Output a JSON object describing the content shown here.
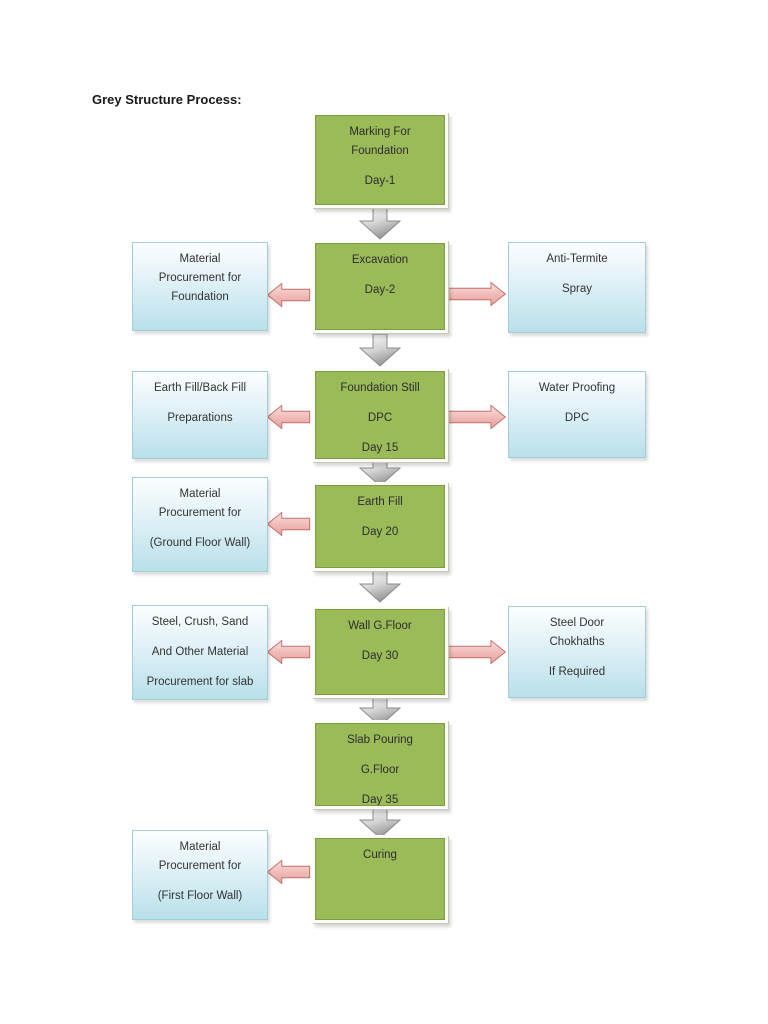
{
  "title": "Grey Structure Process:",
  "diagram": {
    "steps": [
      {
        "name": "marking-for-foundation",
        "lines": [
          "Marking For",
          "Foundation",
          "",
          "Day-1"
        ]
      },
      {
        "name": "excavation",
        "lines": [
          "Excavation",
          "",
          "Day-2"
        ]
      },
      {
        "name": "foundation-still-dpc",
        "lines": [
          "Foundation Still",
          "",
          "DPC",
          "",
          "Day 15"
        ]
      },
      {
        "name": "earth-fill",
        "lines": [
          "Earth Fill",
          "",
          "Day 20"
        ]
      },
      {
        "name": "wall-g-floor",
        "lines": [
          "Wall G.Floor",
          "",
          "Day 30"
        ]
      },
      {
        "name": "slab-pouring-g-floor",
        "lines": [
          "Slab Pouring",
          "",
          "G.Floor",
          "",
          "Day 35"
        ]
      },
      {
        "name": "curing",
        "lines": [
          "Curing"
        ]
      }
    ],
    "left_notes": [
      {
        "name": "material-procurement-foundation",
        "lines": [
          "Material",
          "Procurement for",
          "Foundation"
        ]
      },
      {
        "name": "earth-fill-back-fill-preparations",
        "lines": [
          "Earth Fill/Back Fill",
          "",
          "Preparations"
        ]
      },
      {
        "name": "material-procurement-ground-floor-wall",
        "lines": [
          "Material",
          "Procurement for",
          "",
          "(Ground Floor Wall)"
        ]
      },
      {
        "name": "steel-crush-sand-procurement-slab",
        "lines": [
          "Steel, Crush, Sand",
          "",
          "And Other Material",
          "",
          "Procurement for slab"
        ]
      },
      {
        "name": "material-procurement-first-floor-wall",
        "lines": [
          "Material",
          "Procurement for",
          "",
          "(First Floor Wall)"
        ]
      }
    ],
    "right_notes": [
      {
        "name": "anti-termite-spray",
        "lines": [
          "Anti-Termite",
          "",
          "Spray"
        ]
      },
      {
        "name": "water-proofing-dpc",
        "lines": [
          "Water Proofing",
          "",
          "DPC"
        ]
      },
      {
        "name": "steel-door-chokhaths",
        "lines": [
          "Steel Door",
          "Chokhaths",
          "",
          "If Required"
        ]
      }
    ],
    "colors": {
      "step_fill": "#9bbb59",
      "step_border": "#7e9b44",
      "note_fill_bottom": "#b9e0ea",
      "note_border": "#a2cdda",
      "flow_arrow_fill": "#c9c9c9",
      "flow_arrow_border": "#8c8c8c",
      "link_arrow_fill": "#f0b9b6",
      "link_arrow_border": "#c66f6b"
    }
  }
}
